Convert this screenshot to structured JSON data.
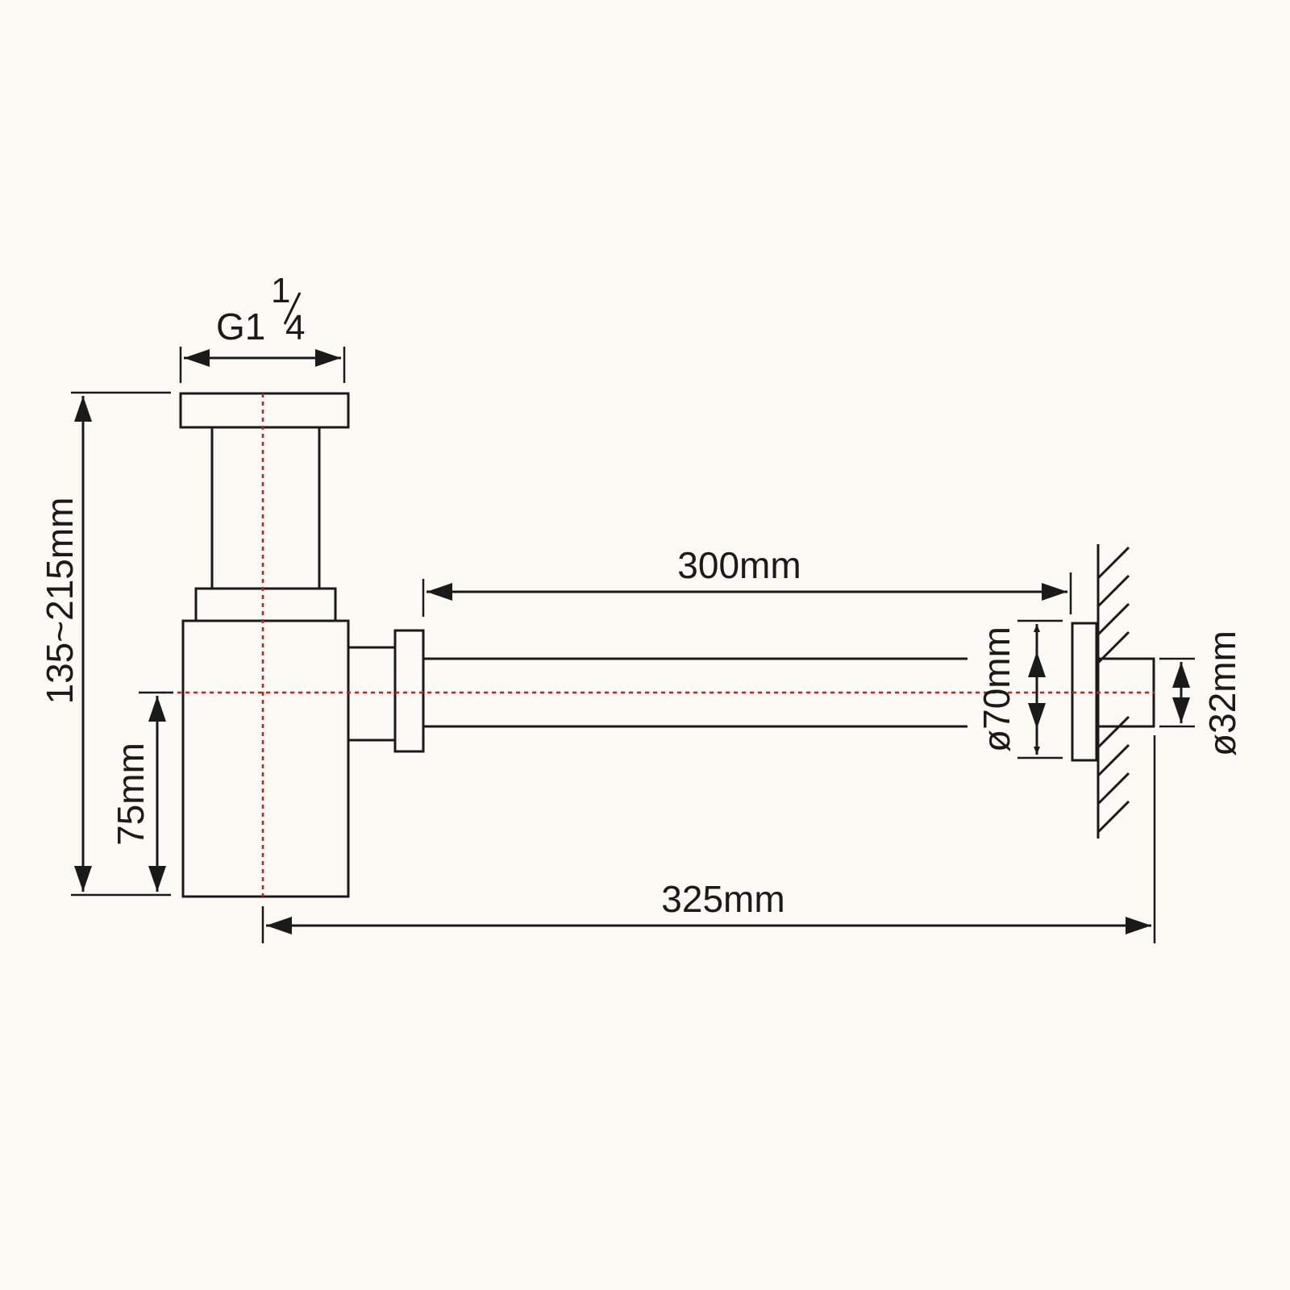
{
  "dimensions": {
    "thread": {
      "whole": "G1",
      "numerator": "1",
      "denominator": "4"
    },
    "total_height": "135~215mm",
    "outlet_height": "75mm",
    "tube_length": "300mm",
    "total_length": "325mm",
    "flange_diameter": "ø70mm",
    "pipe_diameter": "ø32mm"
  },
  "colors": {
    "line": "#1a1a1a",
    "centerline": "#d11a1a",
    "background": "#fbfaf4"
  }
}
